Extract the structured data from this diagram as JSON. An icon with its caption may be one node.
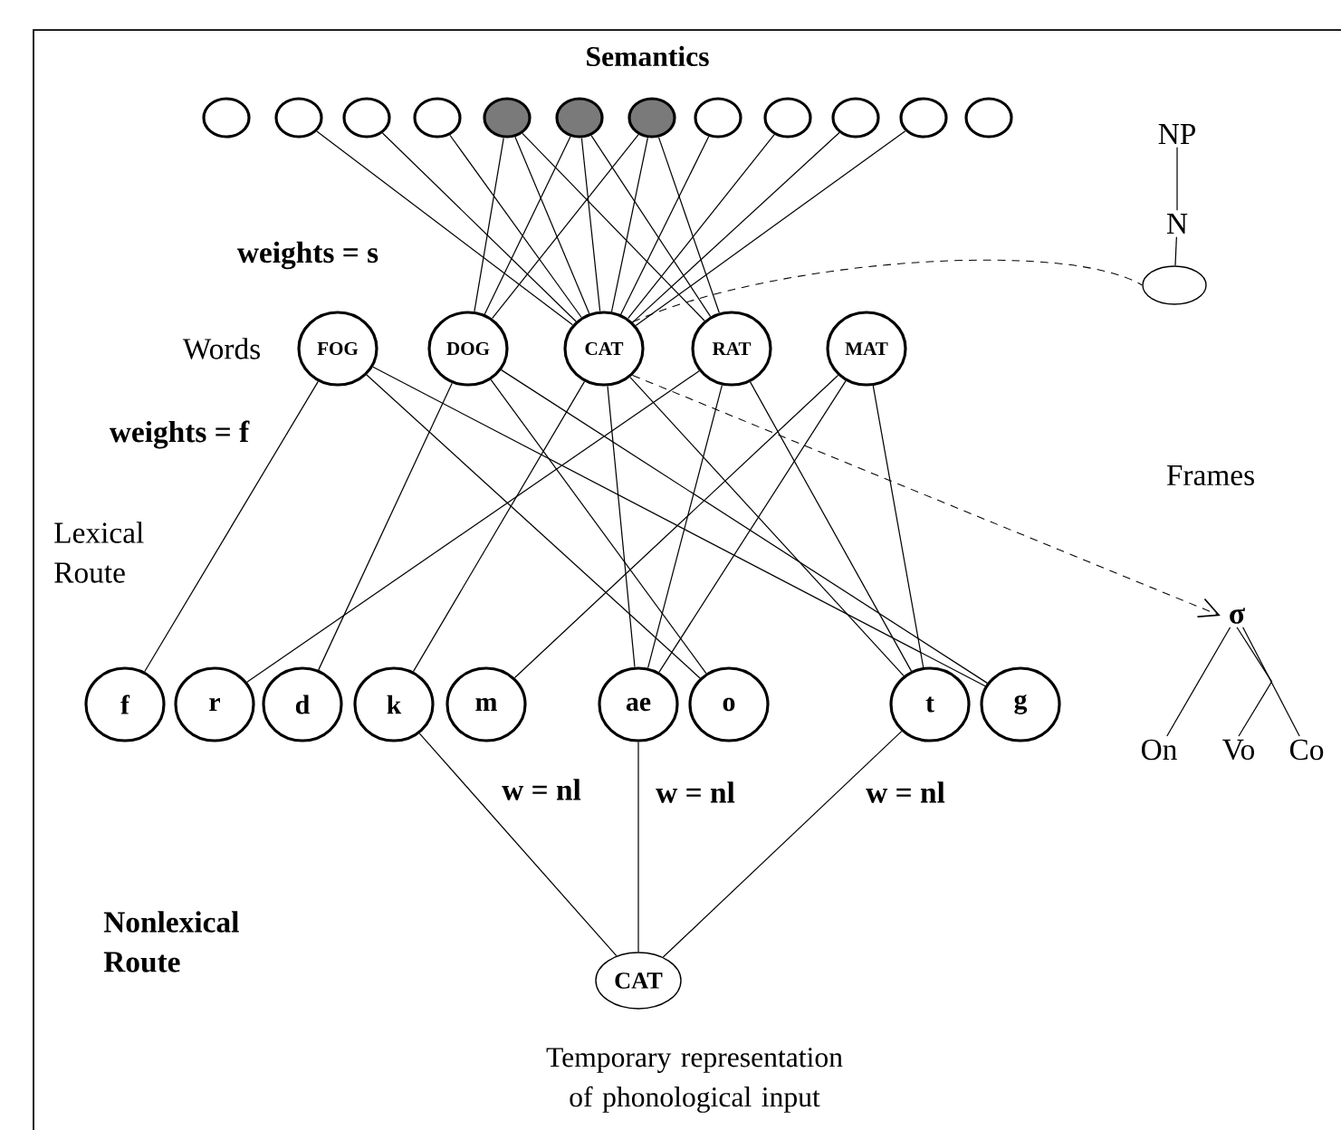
{
  "diagram": {
    "title": "Semantics",
    "nodes": [
      {
        "text": [],
        "shape": "circle"
      },
      {
        "text": [],
        "shape": "circle"
      },
      {
        "text": [],
        "shape": "circle"
      },
      {
        "text": [],
        "shape": "circle"
      },
      {
        "text": [],
        "shape": "circle"
      },
      {
        "text": [],
        "shape": "circle"
      },
      {
        "text": [],
        "shape": "circle"
      },
      {
        "text": [],
        "shape": "circle"
      },
      {
        "text": [],
        "shape": "circle"
      },
      {
        "text": [],
        "shape": "circle"
      },
      {
        "text": [],
        "shape": "circle"
      },
      {
        "text": [],
        "shape": "circle"
      },
      {
        "text": [
          "FOG"
        ]
      },
      {
        "text": [
          "DOG"
        ]
      },
      {
        "text": [
          "CAT"
        ]
      },
      {
        "text": [
          "RAT"
        ]
      },
      {
        "text": [
          "MAT"
        ]
      },
      {
        "text": [
          "f"
        ]
      },
      {
        "text": [
          "r"
        ]
      },
      {
        "text": [
          "d"
        ]
      },
      {
        "text": [
          "k"
        ]
      },
      {
        "text": [
          "m"
        ]
      },
      {
        "text": [
          "ae"
        ]
      },
      {
        "text": [
          "o"
        ]
      },
      {
        "text": [
          "t"
        ]
      },
      {
        "text": [
          "g"
        ]
      },
      {
        "text": [
          "CAT"
        ],
        "beside": [
          "Temporary representation of phonological input"
        ]
      },
      {
        "text": [
          "NP"
        ]
      },
      {
        "text": [
          "N"
        ]
      },
      {
        "text": [],
        "shape": "circle"
      },
      {
        "text": [
          "σ"
        ]
      },
      {
        "text": [
          "On"
        ]
      },
      {
        "text": [
          "Vo"
        ]
      },
      {
        "text": [
          "Co"
        ]
      }
    ],
    "edges": [
      {
        "from": 1,
        "to": 14,
        "arrow": "none"
      },
      {
        "from": 2,
        "to": 14,
        "arrow": "none"
      },
      {
        "from": 3,
        "to": 14,
        "arrow": "none"
      },
      {
        "from": 4,
        "to": 14,
        "arrow": "none"
      },
      {
        "from": 5,
        "to": 14,
        "arrow": "none"
      },
      {
        "from": 6,
        "to": 14,
        "arrow": "none"
      },
      {
        "from": 7,
        "to": 14,
        "arrow": "none"
      },
      {
        "from": 8,
        "to": 14,
        "arrow": "none"
      },
      {
        "from": 9,
        "to": 14,
        "arrow": "none"
      },
      {
        "from": 10,
        "to": 14,
        "arrow": "none"
      },
      {
        "from": 4,
        "to": 13,
        "arrow": "none"
      },
      {
        "from": 5,
        "to": 13,
        "arrow": "none"
      },
      {
        "from": 6,
        "to": 13,
        "arrow": "none"
      },
      {
        "from": 4,
        "to": 15,
        "arrow": "none"
      },
      {
        "from": 5,
        "to": 15,
        "arrow": "none"
      },
      {
        "from": 6,
        "to": 15,
        "arrow": "none"
      },
      {
        "from": 12,
        "to": 17,
        "arrow": "none"
      },
      {
        "from": 12,
        "to": 23,
        "arrow": "none"
      },
      {
        "from": 12,
        "to": 25,
        "arrow": "none"
      },
      {
        "from": 13,
        "to": 19,
        "arrow": "none"
      },
      {
        "from": 13,
        "to": 23,
        "arrow": "none"
      },
      {
        "from": 13,
        "to": 25,
        "arrow": "none"
      },
      {
        "from": 14,
        "to": 20,
        "arrow": "none"
      },
      {
        "from": 14,
        "to": 22,
        "arrow": "none"
      },
      {
        "from": 14,
        "to": 24,
        "arrow": "none"
      },
      {
        "from": 15,
        "to": 18,
        "arrow": "none"
      },
      {
        "from": 15,
        "to": 22,
        "arrow": "none"
      },
      {
        "from": 15,
        "to": 24,
        "arrow": "none"
      },
      {
        "from": 16,
        "to": 21,
        "arrow": "none"
      },
      {
        "from": 16,
        "to": 22,
        "arrow": "none"
      },
      {
        "from": 16,
        "to": 24,
        "arrow": "none"
      },
      {
        "from": 20,
        "to": 26,
        "arrow": "none",
        "label": "w = nl"
      },
      {
        "from": 22,
        "to": 26,
        "arrow": "none",
        "label": "w = nl"
      },
      {
        "from": 24,
        "to": 26,
        "arrow": "none",
        "label": "w = nl"
      },
      {
        "from": 27,
        "to": 28,
        "arrow": "none"
      },
      {
        "from": 28,
        "to": 29,
        "arrow": "none"
      },
      {
        "from": 14,
        "to": 29,
        "arrow": "none",
        "style": "dashed"
      },
      {
        "from": 14,
        "to": 30,
        "arrow": "to",
        "style": "dashed"
      },
      {
        "from": 30,
        "to": 31,
        "arrow": "none"
      },
      {
        "from": 30,
        "to": 32,
        "arrow": "none"
      },
      {
        "from": 30,
        "to": 33,
        "arrow": "none"
      }
    ],
    "labels": [
      "weights = s",
      "Words",
      "weights = f",
      "Lexical Route",
      "Frames",
      "Nonlexical Route"
    ]
  }
}
